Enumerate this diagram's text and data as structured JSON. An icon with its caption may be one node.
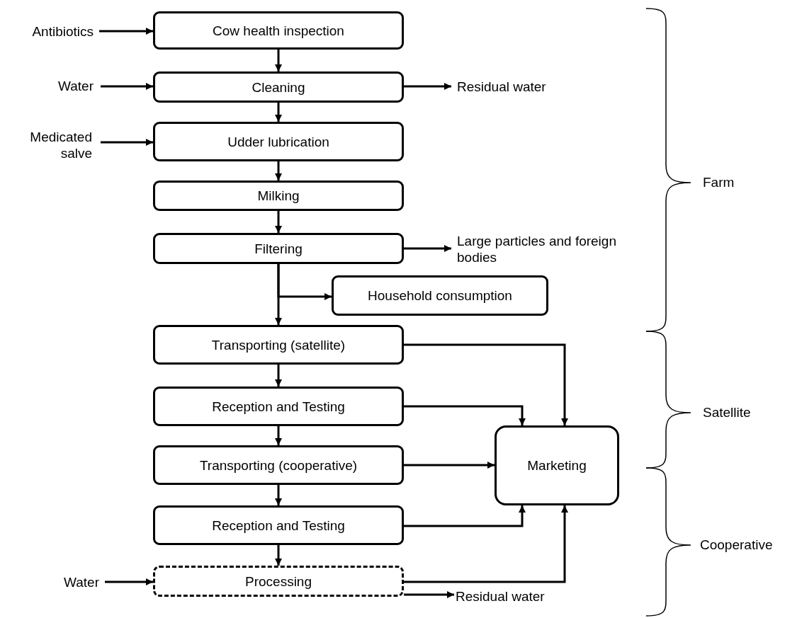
{
  "diagram": {
    "nodes": [
      {
        "text": [
          "Antibiotics"
        ]
      },
      {
        "text": [
          "Cow health inspection"
        ]
      },
      {
        "text": [
          "Water"
        ]
      },
      {
        "text": [
          "Cleaning"
        ]
      },
      {
        "text": [
          "Residual water"
        ]
      },
      {
        "text": [
          "Medicated salve"
        ]
      },
      {
        "text": [
          "Udder lubrication"
        ]
      },
      {
        "text": [
          "Milking"
        ]
      },
      {
        "text": [
          "Filtering"
        ]
      },
      {
        "text": [
          "Large particles and foreign bodies"
        ]
      },
      {
        "text": [
          "Household consumption"
        ]
      },
      {
        "text": [
          "Transporting (satellite)"
        ]
      },
      {
        "text": [
          "Reception and Testing"
        ]
      },
      {
        "text": [
          "Transporting (cooperative)"
        ]
      },
      {
        "text": [
          "Reception and Testing"
        ]
      },
      {
        "text": [
          "Marketing"
        ]
      },
      {
        "text": [
          "Water"
        ]
      },
      {
        "text": [
          "Processing"
        ]
      },
      {
        "text": [
          "Residual water"
        ]
      }
    ],
    "edges": [
      {
        "from": 0,
        "to": 1,
        "arrow": "to"
      },
      {
        "from": 1,
        "to": 3,
        "arrow": "to"
      },
      {
        "from": 2,
        "to": 3,
        "arrow": "to"
      },
      {
        "from": 3,
        "to": 4,
        "arrow": "to"
      },
      {
        "from": 3,
        "to": 6,
        "arrow": "to"
      },
      {
        "from": 5,
        "to": 6,
        "arrow": "to"
      },
      {
        "from": 6,
        "to": 7,
        "arrow": "to"
      },
      {
        "from": 7,
        "to": 8,
        "arrow": "to"
      },
      {
        "from": 8,
        "to": 9,
        "arrow": "to"
      },
      {
        "from": 8,
        "to": 10,
        "arrow": "to"
      },
      {
        "from": 8,
        "to": 11,
        "arrow": "to"
      },
      {
        "from": 11,
        "to": 12,
        "arrow": "to"
      },
      {
        "from": 11,
        "to": 15,
        "arrow": "to"
      },
      {
        "from": 12,
        "to": 13,
        "arrow": "to"
      },
      {
        "from": 12,
        "to": 15,
        "arrow": "to"
      },
      {
        "from": 13,
        "to": 14,
        "arrow": "to"
      },
      {
        "from": 13,
        "to": 15,
        "arrow": "to"
      },
      {
        "from": 14,
        "to": 17,
        "arrow": "to"
      },
      {
        "from": 14,
        "to": 15,
        "arrow": "to"
      },
      {
        "from": 16,
        "to": 17,
        "arrow": "to"
      },
      {
        "from": 17,
        "to": 15,
        "arrow": "to"
      },
      {
        "from": 17,
        "to": 18,
        "arrow": "to"
      }
    ],
    "labels": [
      "Farm",
      "Satellite",
      "Cooperative"
    ]
  }
}
